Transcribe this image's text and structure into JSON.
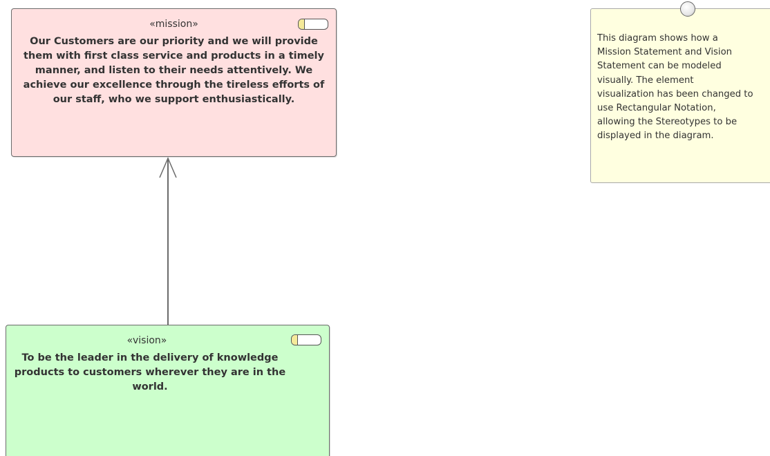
{
  "mission": {
    "stereotype": "«mission»",
    "text": "Our Customers are our priority and we will provide them with first class service and products in a timely manner, and listen to their needs attentively. We achieve our excellence through the tireless efforts of our staff, who we support enthusiastically.",
    "fill_color": "#ffe0e0"
  },
  "vision": {
    "stereotype": "«vision»",
    "text": "To be the leader in the delivery of knowledge products to customers wherever they are in the world.",
    "fill_color": "#ccffcc"
  },
  "note": {
    "text": "This diagram shows how a\nMission Statement and Vision\nStatement can be modeled\nvisually.  The element\nvisualization has been changed to\nuse Rectangular Notation,\nallowing the Stereotypes to be\ndisplayed in the diagram.",
    "fill_color": "#ffffe0"
  },
  "icons": {
    "element_type_icon": "capsule-icon",
    "note_attachment_icon": "circle-icon",
    "connector": "open-arrow-connector"
  }
}
